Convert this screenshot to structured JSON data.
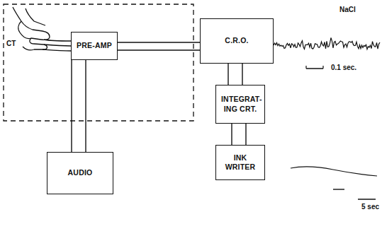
{
  "diagram": {
    "nodes": [
      {
        "text": [
          "PRE-AMP"
        ]
      },
      {
        "text": [
          "C.R.O."
        ]
      },
      {
        "text": [
          "INTEGRAT- ING CRT."
        ]
      },
      {
        "text": [
          "INK WRITER"
        ]
      },
      {
        "text": [
          "AUDIO"
        ]
      }
    ],
    "edges": [
      {
        "from": 0,
        "to": 1,
        "arrow": "none"
      },
      {
        "from": 0,
        "to": 4,
        "arrow": "none"
      },
      {
        "from": 1,
        "to": 2,
        "arrow": "none"
      },
      {
        "from": 2,
        "to": 3,
        "arrow": "none"
      }
    ],
    "labels": [
      "CT",
      "NaCl",
      "0.1 sec.",
      "5 sec"
    ]
  }
}
